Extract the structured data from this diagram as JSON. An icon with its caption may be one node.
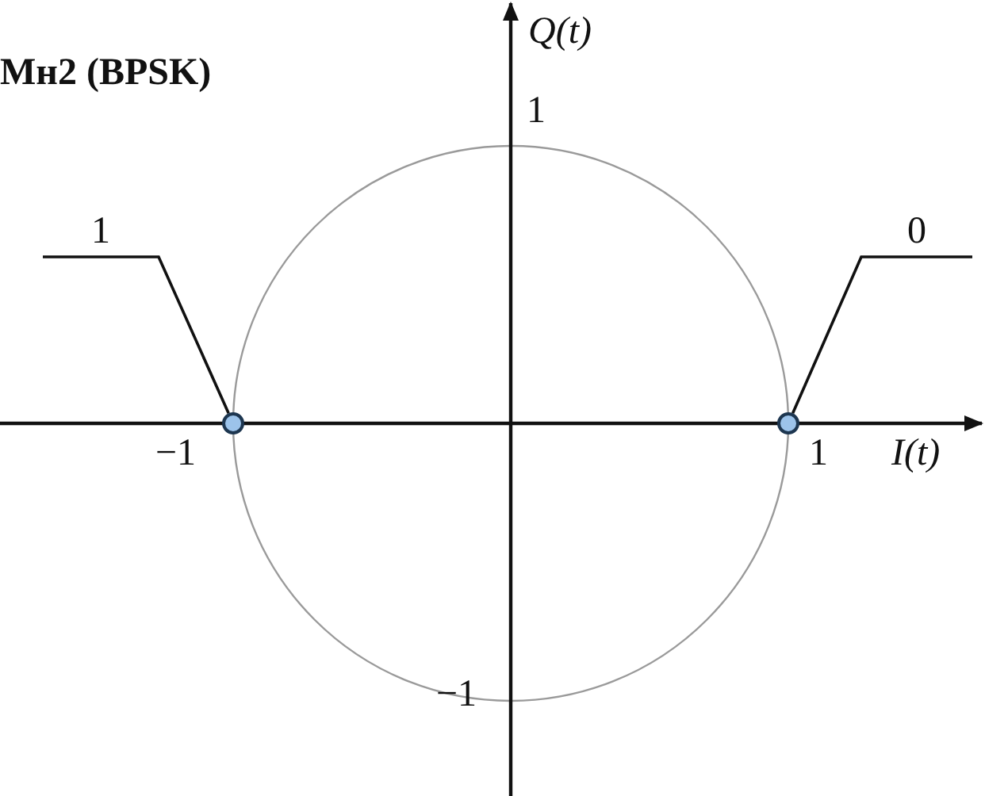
{
  "diagram": {
    "title": "Мн2 (BPSK)",
    "nodes": [
      {
        "text": [
          "1"
        ]
      },
      {
        "text": [],
        "shape": "circle"
      },
      {
        "text": [
          "0"
        ]
      },
      {
        "text": [],
        "shape": "circle"
      }
    ],
    "edges": [
      {
        "from": 0,
        "to": 1,
        "arrow": "none"
      },
      {
        "from": 2,
        "to": 3,
        "arrow": "none"
      }
    ],
    "labels": [
      "Q(t)",
      "1",
      "−1",
      "1",
      "I(t)",
      "−1"
    ]
  }
}
